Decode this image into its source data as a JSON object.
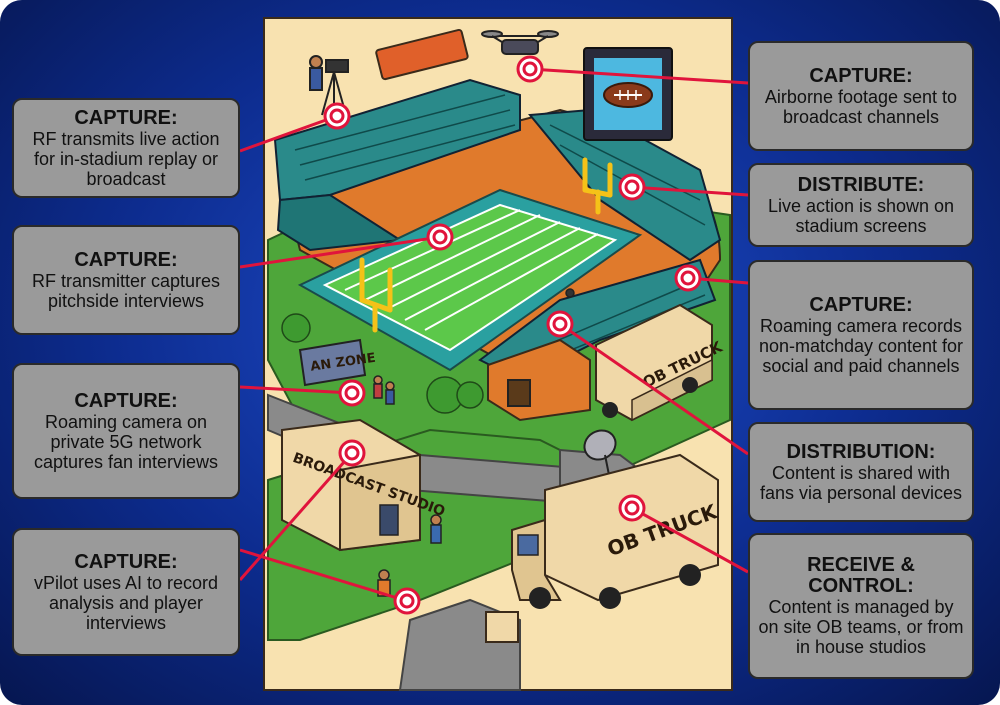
{
  "callouts": [
    {
      "id": "left-1",
      "title": "CAPTURE:",
      "desc": "RF transmits live action for in-stadium replay or broadcast"
    },
    {
      "id": "left-2",
      "title": "CAPTURE:",
      "desc": "RF transmitter captures pitchside interviews"
    },
    {
      "id": "left-3",
      "title": "CAPTURE:",
      "desc": "Roaming camera on private 5G network captures fan interviews"
    },
    {
      "id": "left-4",
      "title": "CAPTURE:",
      "desc": "vPilot uses AI to record analysis and player interviews"
    },
    {
      "id": "right-1",
      "title": "CAPTURE:",
      "desc": "Airborne footage sent to broadcast channels"
    },
    {
      "id": "right-2",
      "title": "DISTRIBUTE:",
      "desc": "Live action is shown on stadium screens"
    },
    {
      "id": "right-3",
      "title": "CAPTURE:",
      "desc": "Roaming camera records non-matchday content for social and paid channels"
    },
    {
      "id": "right-4",
      "title": "DISTRIBUTION:",
      "desc": "Content is shared with fans via personal devices"
    },
    {
      "id": "right-5",
      "title": "RECEIVE & CONTROL:",
      "desc": "Content is managed by on site OB teams, or from in house studios"
    }
  ],
  "scene_labels": {
    "fan_zone": "AN ZONE",
    "studio": "BROADCAST STUDIO",
    "ob_truck_small": "OB TRUCK",
    "ob_truck_large": "OB TRUCK"
  },
  "colors": {
    "background": "#0d2c8f",
    "callout_box": "#9a9a9a",
    "target_red": "#e0143c",
    "connector": "#e0143c",
    "scene_backdrop": "#f8e2b0"
  }
}
